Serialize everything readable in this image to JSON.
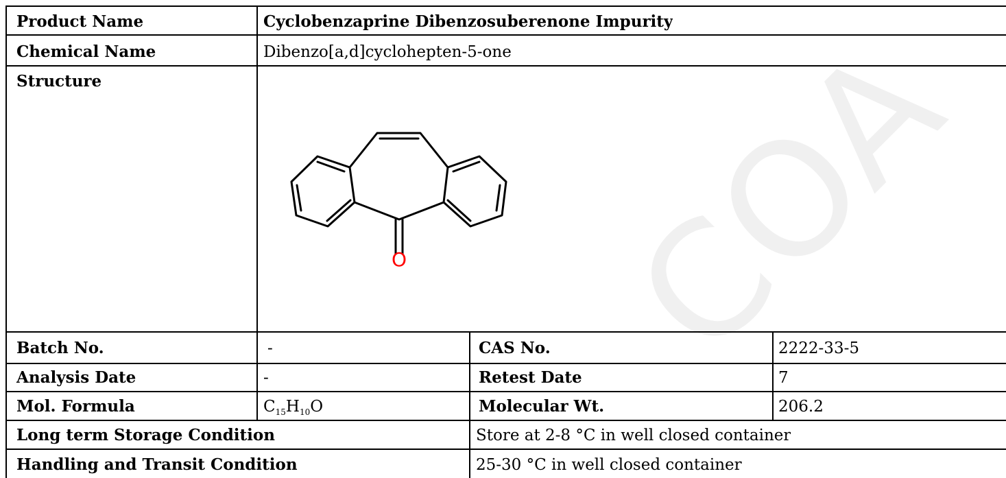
{
  "product_name_label": "Product Name",
  "product_name": "Cyclobenzaprine Dibenzosuberenone Impurity",
  "chemical_name_label": "Chemical Name",
  "chemical_name": "Dibenzo[a,d]cyclohepten-5-one",
  "structure_label": "Structure",
  "structure_atom": "O",
  "batch_label": "Batch No.",
  "batch_value": "-",
  "cas_label": "CAS No.",
  "cas_value": "2222-33-5",
  "analysis_label": "Analysis Date",
  "analysis_value": "-",
  "retest_label": "Retest Date",
  "retest_value": "7",
  "formula_label": "Mol. Formula",
  "formula": {
    "c": "C",
    "c_count": "15",
    "h": "H",
    "h_count": "10",
    "o": "O"
  },
  "mw_label": "Molecular Wt.",
  "mw_value": "206.2",
  "storage_label": "Long term Storage Condition",
  "storage_value": "Store at 2-8 °C in well closed container",
  "handling_label": "Handling and Transit Condition",
  "handling_value": "25-30 °C in well closed container",
  "watermark": "COA"
}
